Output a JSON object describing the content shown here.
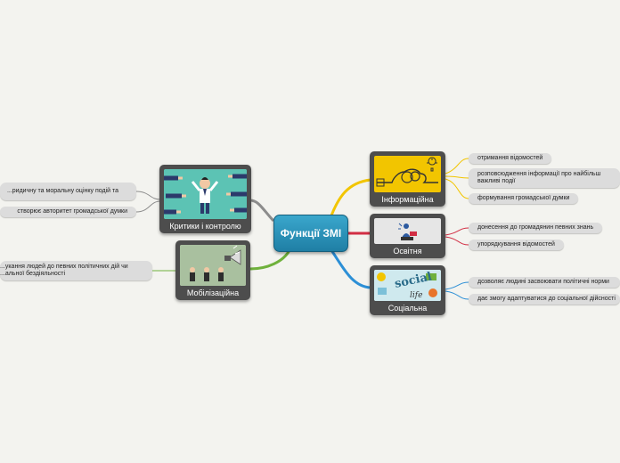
{
  "center": "Функції ЗМІ",
  "branches": {
    "info": {
      "title": "Інформаційна",
      "items": [
        "отримання відомостей",
        "розповсюдження інформації про найбільш важливі події",
        "формування громадської думки"
      ]
    },
    "edu": {
      "title": "Освітня",
      "items": [
        "донесення до громадянин певних знань",
        "упорядкування відомостей"
      ]
    },
    "social": {
      "title": "Соціальна",
      "items": [
        "дозволяє людині засвоювати політичні норми",
        "дає змогу адаптуватися до соціальної дійсності"
      ]
    },
    "critic": {
      "title": "Критики і контролю",
      "items": [
        "...ридичну та моральну оцінку подій та",
        "створює авторитет громадської думки"
      ]
    },
    "mobil": {
      "title": "Мобілізаційна",
      "items": [
        "...укання людей до певних політичних дій чи ...альної бездіяльності"
      ]
    }
  },
  "colors": {
    "info": "#f2c500",
    "edu": "#d22e44",
    "social": "#2c8fd6",
    "critic": "#8c8c8c",
    "mobil": "#6fb13c",
    "center": "#2b97bf"
  },
  "icons": {
    "info": "brain-lightbulb-illustration",
    "edu": "book-reader-illustration",
    "social": "social-life-illustration",
    "critic": "pointing-fingers-illustration",
    "mobil": "businessmen-megaphone-illustration"
  }
}
